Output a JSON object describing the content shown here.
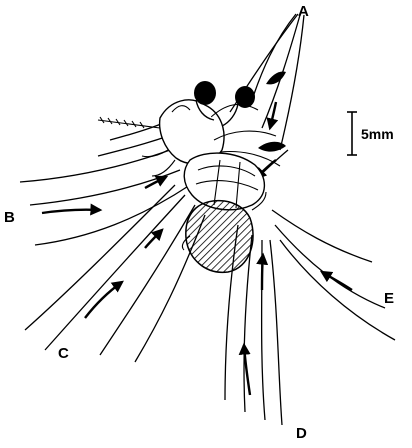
{
  "labels": {
    "a": "A",
    "b": "B",
    "c": "C",
    "d": "D",
    "e": "E"
  },
  "scale_bar": {
    "label": "5mm"
  }
}
